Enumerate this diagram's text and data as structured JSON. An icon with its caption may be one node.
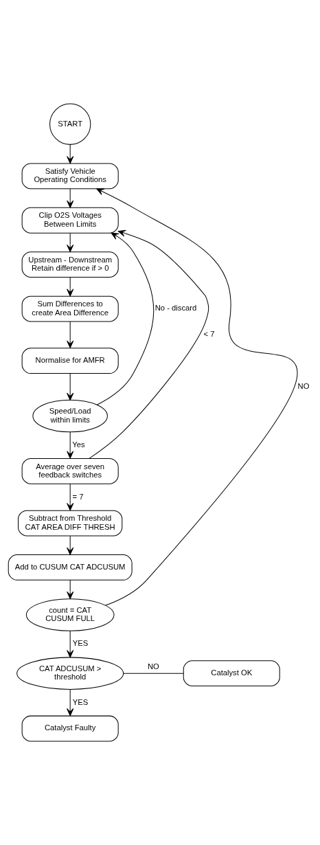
{
  "diagram": {
    "nodes": [
      {
        "text": [
          "START"
        ]
      },
      {
        "text": [
          "Satisfy Vehicle Operating Conditions"
        ]
      },
      {
        "text": [
          "Clip O2S Voltages Between Limits"
        ]
      },
      {
        "text": [
          "Upstream - Downstream Retain difference if > 0"
        ]
      },
      {
        "text": [
          "Sum Differences to create Area Difference"
        ]
      },
      {
        "text": [
          "Normalise for AMFR"
        ]
      },
      {
        "text": [
          "Speed/Load within limits"
        ]
      },
      {
        "text": [
          "Average over seven feedback switches"
        ]
      },
      {
        "text": [
          "Subtract from Threshold CAT AREA DIFF THRESH"
        ]
      },
      {
        "text": [
          "Add to CUSUM CAT ADCUSUM"
        ]
      },
      {
        "text": [
          "count = CAT CUSUM FULL"
        ]
      },
      {
        "text": [
          "CAT ADCUSUM > threshold"
        ]
      },
      {
        "text": [
          "Catalyst OK"
        ]
      },
      {
        "text": [
          "Catalyst Faulty"
        ]
      }
    ],
    "edges": [
      {
        "from": 0,
        "to": 1,
        "arrow": "to"
      },
      {
        "from": 1,
        "to": 2,
        "arrow": "to"
      },
      {
        "from": 2,
        "to": 3,
        "arrow": "to"
      },
      {
        "from": 3,
        "to": 4,
        "arrow": "to"
      },
      {
        "from": 4,
        "to": 5,
        "arrow": "to"
      },
      {
        "from": 5,
        "to": 6,
        "arrow": "to"
      },
      {
        "from": 6,
        "to": 2,
        "arrow": "to",
        "label": "No - discard"
      },
      {
        "from": 6,
        "to": 7,
        "arrow": "to",
        "label": "Yes"
      },
      {
        "from": 7,
        "to": 2,
        "arrow": "to",
        "label": "< 7"
      },
      {
        "from": 7,
        "to": 8,
        "arrow": "to",
        "label": "= 7"
      },
      {
        "from": 8,
        "to": 9,
        "arrow": "to"
      },
      {
        "from": 9,
        "to": 10,
        "arrow": "to"
      },
      {
        "from": 10,
        "to": 1,
        "arrow": "to",
        "label": "NO"
      },
      {
        "from": 10,
        "to": 11,
        "arrow": "to",
        "label": "YES"
      },
      {
        "from": 11,
        "to": 12,
        "arrow": "none",
        "label": "NO"
      },
      {
        "from": 11,
        "to": 13,
        "arrow": "to",
        "label": "YES"
      }
    ]
  }
}
